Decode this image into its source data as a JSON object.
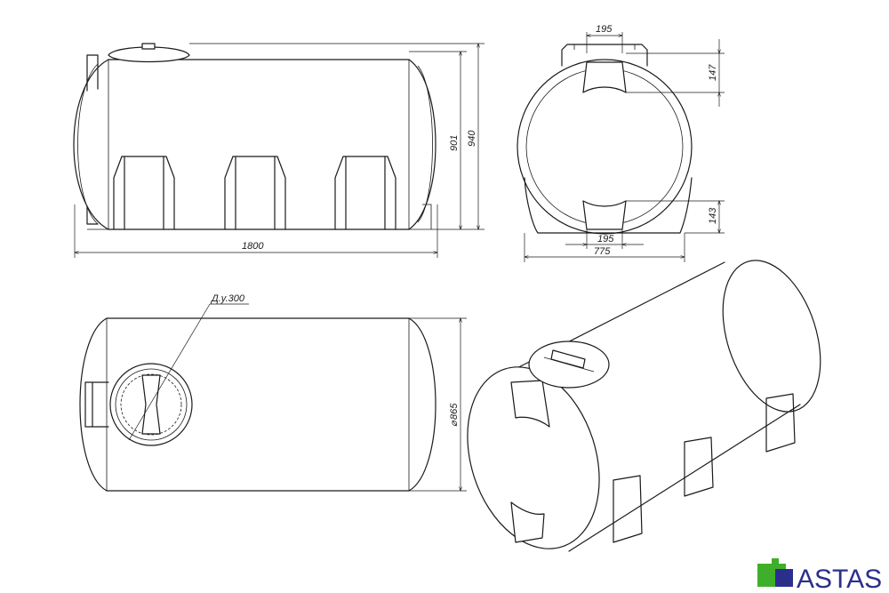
{
  "colors": {
    "line": "#1a1a1a",
    "logo_blue": "#2b2f8c",
    "logo_green": "#3fae2a"
  },
  "dimensions": {
    "front_length": "1800",
    "front_height_inner": "901",
    "front_height_total": "940",
    "end_width": "775",
    "end_top_handle_width": "195",
    "end_bottom_handle_width": "195",
    "end_top_handle_height": "147",
    "end_bottom_handle_height": "143",
    "plan_diameter": "865",
    "plan_hatch_label": "Д.у.300"
  },
  "logo": {
    "text": "ASTAS",
    "icon": "puzzle-icon"
  }
}
